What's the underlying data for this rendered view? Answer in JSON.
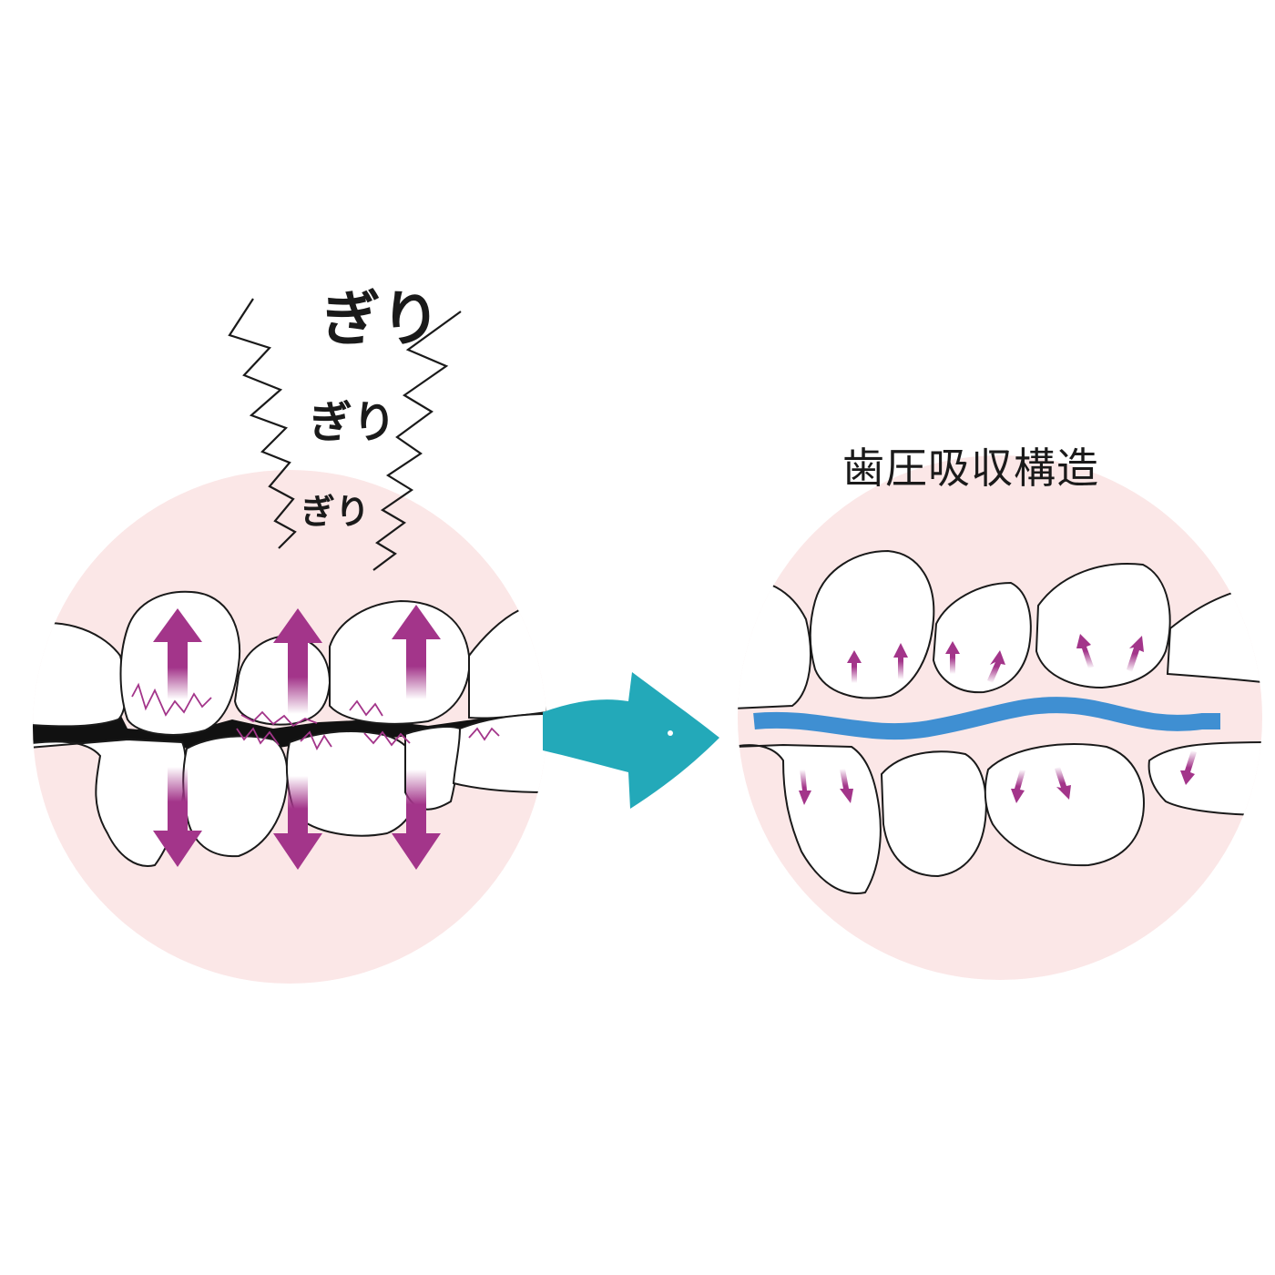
{
  "left_panel": {
    "sound_effect": [
      "ぎり",
      "ぎり",
      "ぎり"
    ]
  },
  "right_panel": {
    "caption": "歯圧吸収構造"
  },
  "colors": {
    "circle_bg": "#fbe7e7",
    "force_arrow": "#a3358a",
    "absorb_layer": "#3f8fd2",
    "transition_arrow": "#23a9b9",
    "outline": "#1a1a1a"
  },
  "icons": {
    "transition": "right-curved-arrow-icon",
    "force": "double-headed-vertical-arrow-icon"
  }
}
